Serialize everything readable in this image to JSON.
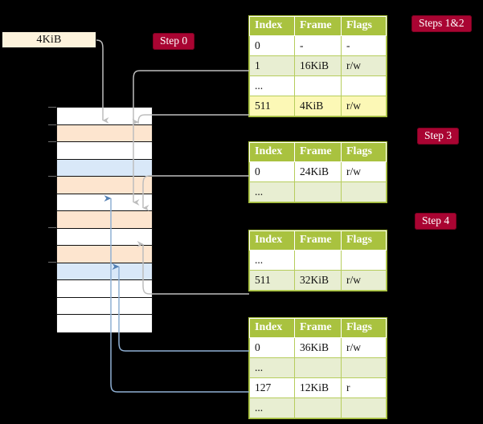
{
  "diagram": {
    "title_hidden": "x86-64 four-level page table walk",
    "page_box": {
      "label": "4KiB"
    },
    "badges": [
      {
        "name": "step-0",
        "label": "Step 0"
      },
      {
        "name": "steps-1-2",
        "label": "Steps 1&2"
      },
      {
        "name": "step-3",
        "label": "Step 3"
      },
      {
        "name": "step-4",
        "label": "Step 4"
      }
    ],
    "colors": {
      "background": "#000000",
      "badge_bg": "#a90432",
      "badge_text": "#ffffff",
      "table_header_bg": "#a9c23f",
      "table_alt_row_bg": "#e8eed2",
      "table_border": "#b6cd5d",
      "highlight_cell_bg": "#fcf8b6",
      "page_box_bg": "#fdf3dc",
      "memory_peach": "#fde5cf",
      "memory_blue": "#d9e8f8",
      "wire_gray": "#b8b8b8",
      "wire_blue": "#8fb0d4"
    },
    "memory_column": {
      "name": "physical-memory-column",
      "rows": [
        {
          "fill": "white"
        },
        {
          "fill": "peach"
        },
        {
          "fill": "white"
        },
        {
          "fill": "blue"
        },
        {
          "fill": "peach"
        },
        {
          "fill": "white"
        },
        {
          "fill": "peach"
        },
        {
          "fill": "white"
        },
        {
          "fill": "peach"
        },
        {
          "fill": "blue"
        },
        {
          "fill": "white"
        },
        {
          "fill": "white"
        },
        {
          "fill": "white"
        }
      ]
    },
    "tables": [
      {
        "name": "page-table-level-1",
        "headers": [
          "Index",
          "Frame",
          "Flags"
        ],
        "rows": [
          {
            "style": "plain",
            "cells": [
              "0",
              "-",
              "-"
            ],
            "highlight": false
          },
          {
            "style": "alt",
            "cells": [
              "1",
              "16KiB",
              "r/w"
            ],
            "highlight": false
          },
          {
            "style": "plain",
            "cells": [
              "...",
              "",
              ""
            ],
            "highlight": false
          },
          {
            "style": "alt",
            "cells": [
              "511",
              "4KiB",
              "r/w"
            ],
            "highlight": true
          }
        ]
      },
      {
        "name": "page-table-level-2",
        "headers": [
          "Index",
          "Frame",
          "Flags"
        ],
        "rows": [
          {
            "style": "plain",
            "cells": [
              "0",
              "24KiB",
              "r/w"
            ],
            "highlight": false
          },
          {
            "style": "alt",
            "cells": [
              "...",
              "",
              ""
            ],
            "highlight": false
          }
        ]
      },
      {
        "name": "page-table-level-3",
        "headers": [
          "Index",
          "Frame",
          "Flags"
        ],
        "rows": [
          {
            "style": "plain",
            "cells": [
              "...",
              "",
              ""
            ],
            "highlight": false
          },
          {
            "style": "alt",
            "cells": [
              "511",
              "32KiB",
              "r/w"
            ],
            "highlight": false
          }
        ]
      },
      {
        "name": "page-table-level-4",
        "headers": [
          "Index",
          "Frame",
          "Flags"
        ],
        "rows": [
          {
            "style": "plain",
            "cells": [
              "0",
              "36KiB",
              "r/w"
            ],
            "highlight": false
          },
          {
            "style": "alt",
            "cells": [
              "...",
              "",
              ""
            ],
            "highlight": false
          },
          {
            "style": "plain",
            "cells": [
              "127",
              "12KiB",
              "r"
            ],
            "highlight": false
          },
          {
            "style": "alt",
            "cells": [
              "...",
              "",
              ""
            ],
            "highlight": false
          }
        ]
      }
    ]
  }
}
